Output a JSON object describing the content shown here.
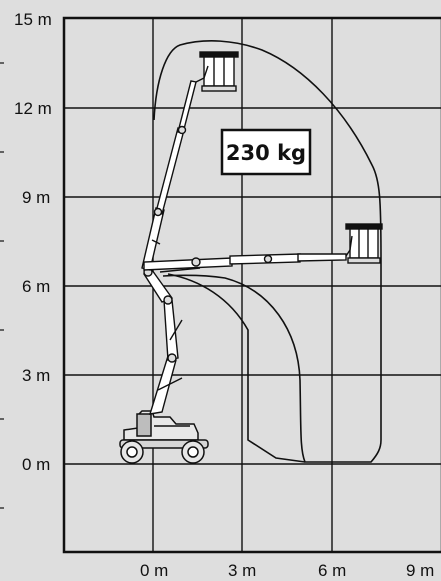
{
  "y_axis": {
    "ticks": [
      {
        "label": "15 m",
        "value": 15
      },
      {
        "label": "12 m",
        "value": 12
      },
      {
        "label": "9 m",
        "value": 9
      },
      {
        "label": "6 m",
        "value": 6
      },
      {
        "label": "3 m",
        "value": 3
      },
      {
        "label": "0 m",
        "value": 0
      }
    ]
  },
  "x_axis": {
    "ticks": [
      {
        "label": "0 m",
        "value": 0
      },
      {
        "label": "3 m",
        "value": 3
      },
      {
        "label": "6 m",
        "value": 6
      },
      {
        "label": "9 m",
        "value": 9
      }
    ]
  },
  "capacity": {
    "label": "230 kg"
  },
  "colors": {
    "background": "#dedede",
    "line": "#111111",
    "platform": "#ffffff"
  }
}
